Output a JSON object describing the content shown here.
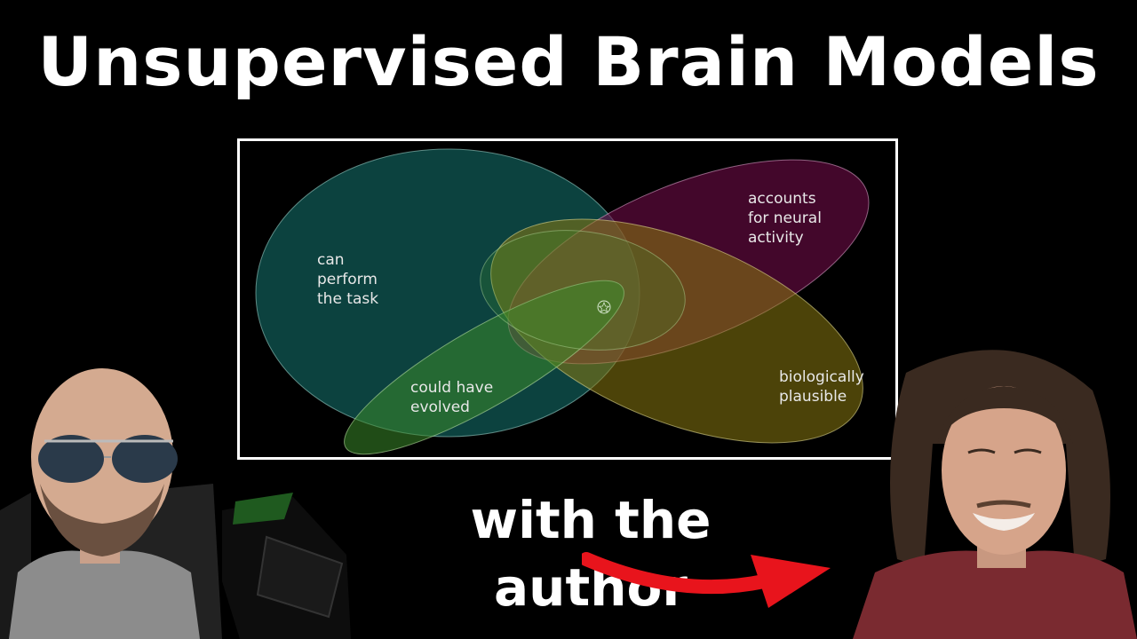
{
  "title": "Unsupervised Brain Models",
  "venn": {
    "labels": {
      "task": [
        "can",
        "perform",
        "the task"
      ],
      "neural": [
        "accounts",
        "for neural",
        "activity"
      ],
      "bio": [
        "biologically",
        "plausible"
      ],
      "evolved": [
        "could have",
        "evolved"
      ]
    },
    "center_marker_icon": "star-icon"
  },
  "subtitle": "with the author",
  "colors": {
    "background": "#000000",
    "text": "#ffffff",
    "arrow": "#e8141c",
    "task_set": "#0e4d4a",
    "neural_set": "#5a0a3a",
    "bio_set": "#6a5a10",
    "evolved_set": "#2f7a2a"
  }
}
